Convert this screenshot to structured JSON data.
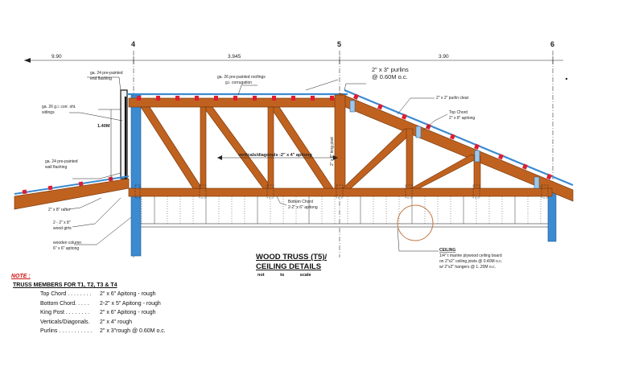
{
  "grid_labels": [
    "4",
    "5",
    "6"
  ],
  "dimensions": [
    "9.90",
    "3.945",
    "3.90"
  ],
  "callouts": {
    "end_flashing": [
      "ga. 24 pre-painted",
      "end flashing"
    ],
    "roofing": [
      "ga. 26 pre-painted roofings",
      "g.i. corrugation"
    ],
    "purlins": [
      "2\" x 3\" purlins",
      "@ 0.60M o.c."
    ],
    "purlin_cleat": "2\" x 2\" purlin cleat",
    "top_chord": [
      "Top Chord",
      "2\" x 8\" apitong"
    ],
    "sidings": [
      "ga. 26 g.i. corr. sht.",
      "sidings"
    ],
    "height": "1.40M",
    "king_post": "2\" x 8\" king post",
    "verticals": "verticals/diagonals -2\" x 4\" apitong",
    "wall_flashing": [
      "ga. 24 pre-painted",
      "wall flashing"
    ],
    "rafter": "2\" x 8\" rafter",
    "wood_girts": [
      "2 - 2\" x 8\"",
      "wood girts"
    ],
    "bottom_chord": [
      "Bottom Chord",
      "2-2\" x 6\" apitong"
    ],
    "wooden_column": [
      "wooden column",
      "6\" x 6\" apitong"
    ],
    "ceiling_title": "CEILING",
    "ceiling": [
      "1/4\" t marine plywood ceiling board",
      "on 2\"x2\" ceiling  joists @ 0.40M o.c.",
      "w/ 2\"x2\" hangers @ 1..20M o.c."
    ]
  },
  "title": {
    "line1": "WOOD TRUSS (T5)/",
    "line2": "CEILING DETAILS",
    "scale": "not to scale"
  },
  "note": {
    "header": "NOTE :",
    "subtitle": "TRUSS MEMBERS FOR T1, T2, T3 & T4",
    "rows": [
      {
        "name": "Top Chord . . . . . . . .",
        "spec": "2\" x 6\" Apitong - rough"
      },
      {
        "name": "Bottom Chord. . . . .",
        "spec": "2-2\" x 5\" Apitong - rough"
      },
      {
        "name": "King Post . . . . . . . .",
        "spec": "2\" x 6\" Apitong - rough"
      },
      {
        "name": "Verticals/Diagonals.",
        "spec": "2\" x 4\"        rough"
      },
      {
        "name": "Purlins . . . . . . . . . . .",
        "spec": "2\" x 3\"rough  @ 0.60M o.c."
      }
    ]
  },
  "colors": {
    "timber": "#c0621f",
    "timber_edge": "#7a3a0e",
    "steel": "#3c8ad0",
    "purlin": "#e01d2e",
    "circle": "#c47a4a"
  }
}
